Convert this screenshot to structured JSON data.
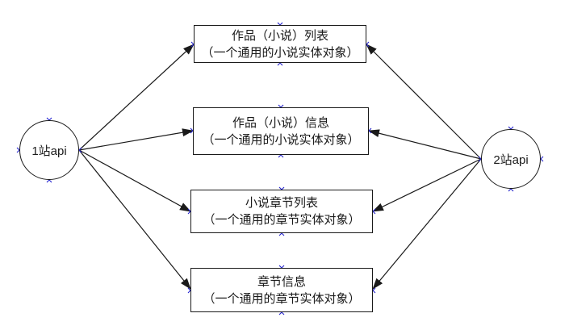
{
  "diagram": {
    "nodes": {
      "site1": {
        "label": "1站api"
      },
      "site2": {
        "label": "2站api"
      }
    },
    "boxes": [
      {
        "title": "作品（小说）列表",
        "subtitle": "（一个通用的小说实体对象）"
      },
      {
        "title": "作品（小说）信息",
        "subtitle": "（一个通用的小说实体对象）"
      },
      {
        "title": "小说章节列表",
        "subtitle": "（一个通用的章节实体对象）"
      },
      {
        "title": "章节信息",
        "subtitle": "（一个通用的章节实体对象）"
      }
    ],
    "colors": {
      "line": "#1a1a1a",
      "anchor_marker": "#2222cc",
      "background": "#ffffff"
    }
  }
}
